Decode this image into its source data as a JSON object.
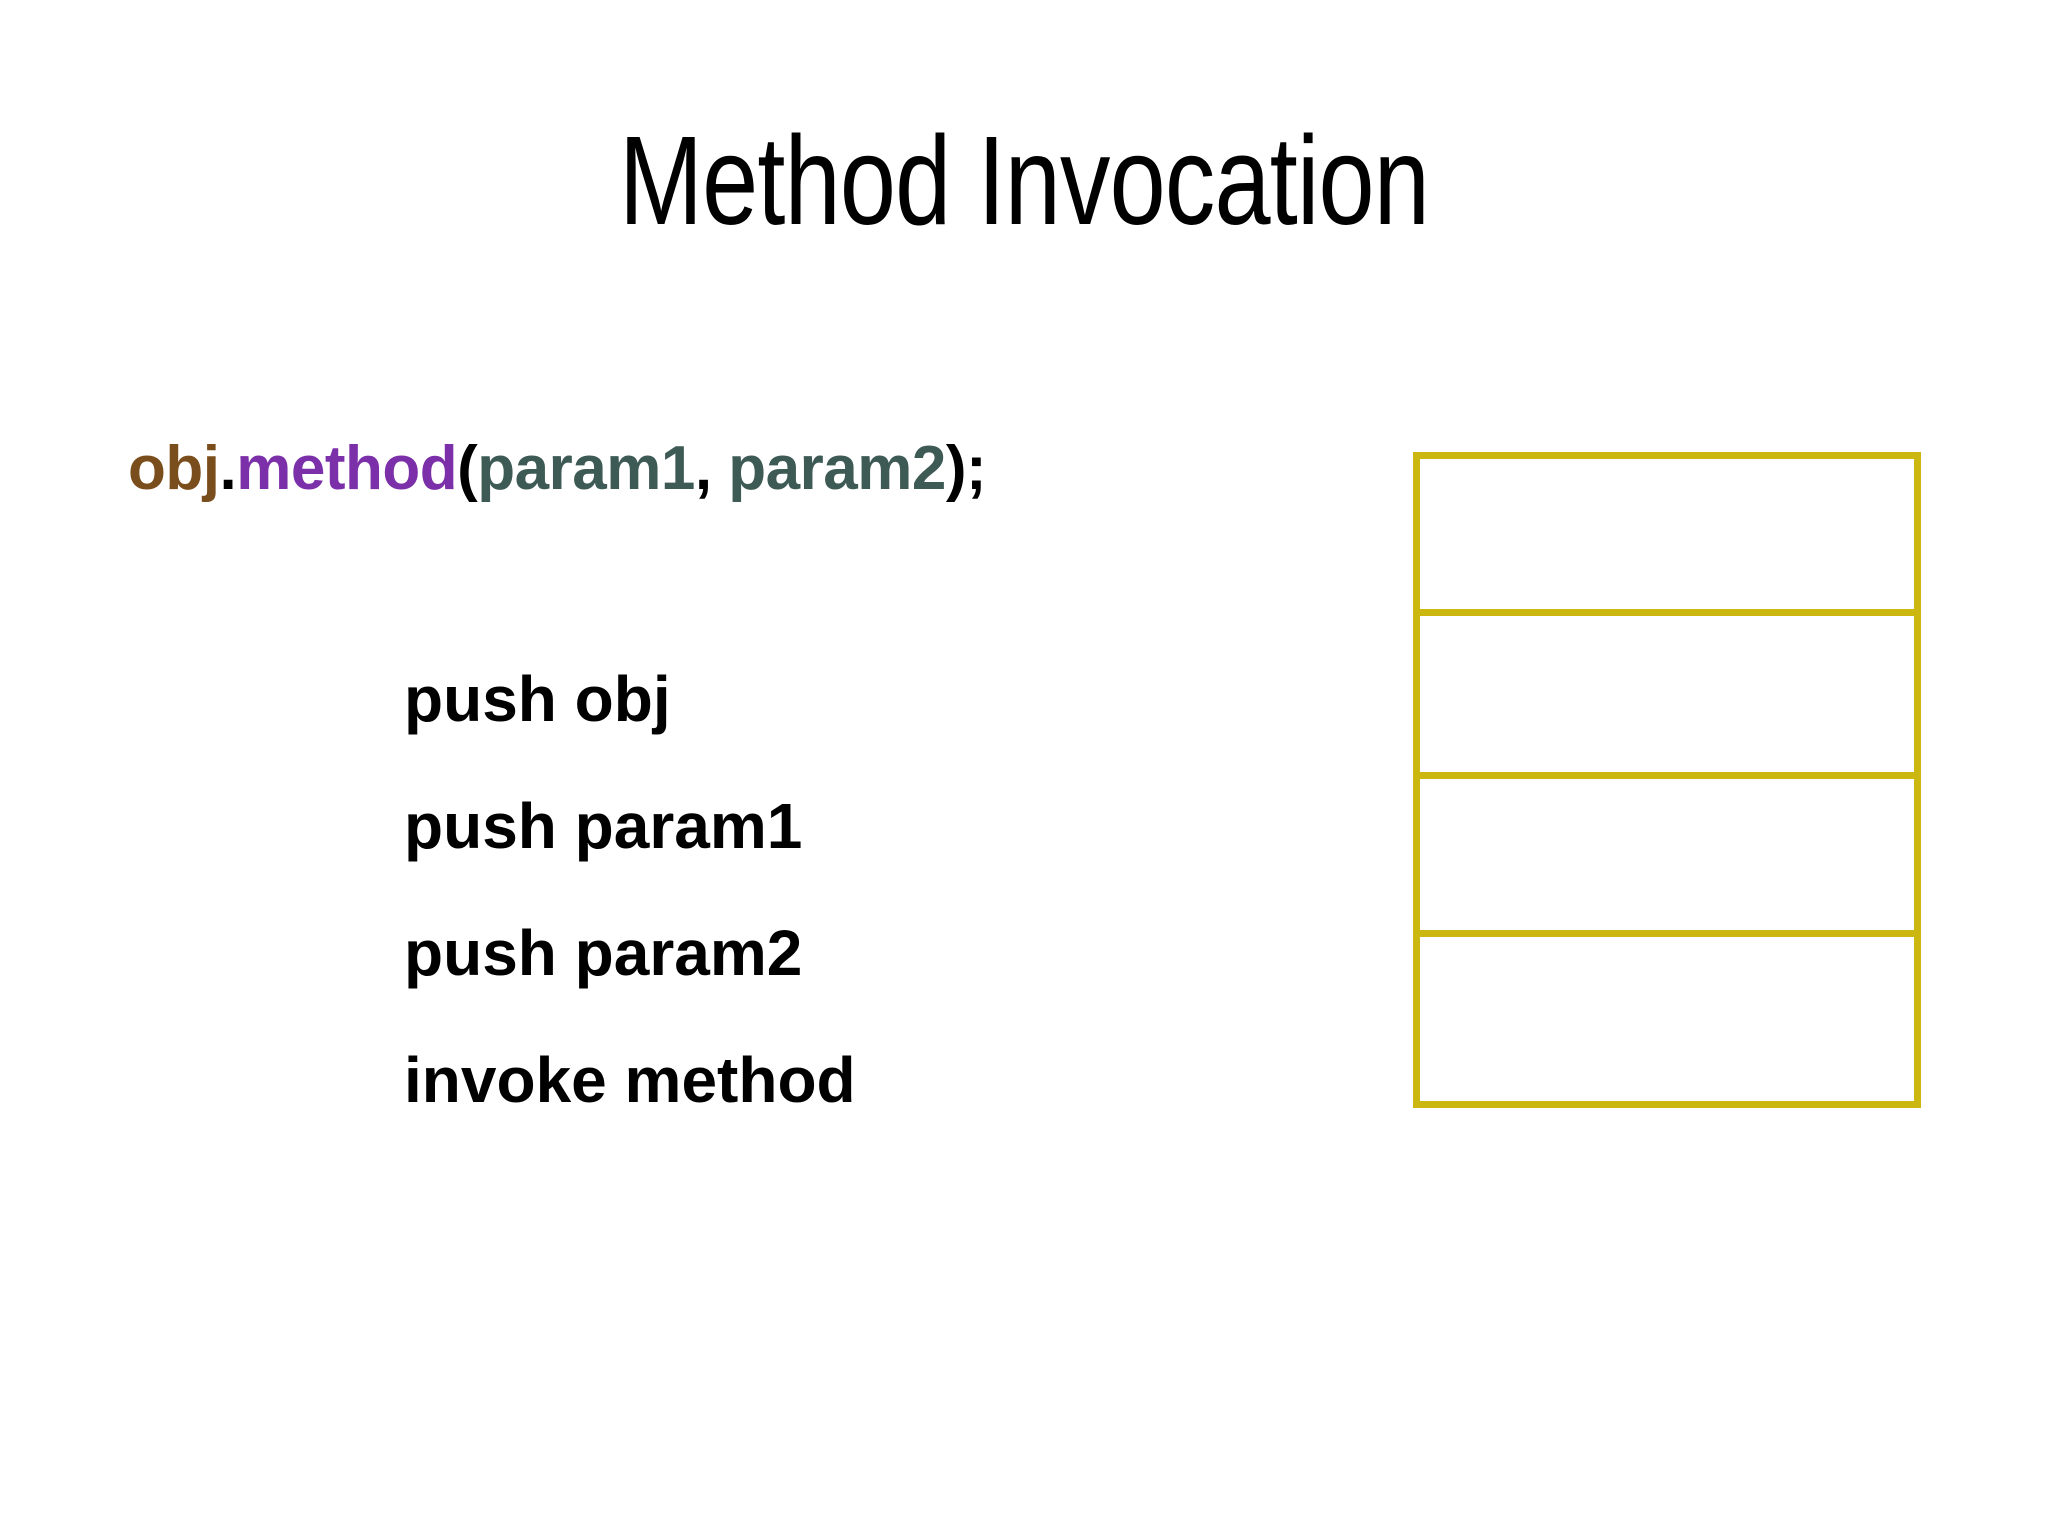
{
  "slide": {
    "title": "Method Invocation",
    "background_color": "#ffffff"
  },
  "code_line": {
    "full_text": "obj.method(param1, param2);",
    "tokens": [
      {
        "text": "obj",
        "color": "#7a4e1c"
      },
      {
        "text": ".",
        "color": "#000000"
      },
      {
        "text": "method",
        "color": "#7b2fa8"
      },
      {
        "text": "(",
        "color": "#000000"
      },
      {
        "text": "param1",
        "color": "#3e5a54"
      },
      {
        "text": ", ",
        "color": "#000000"
      },
      {
        "text": "param2",
        "color": "#3e5a54"
      },
      {
        "text": ");",
        "color": "#000000"
      }
    ]
  },
  "instructions": [
    "push obj",
    "push param1",
    "push param2",
    "invoke method"
  ],
  "stack": {
    "border_color": "#cbb70f",
    "fill_color": "#ffffff",
    "cells": [
      "",
      "",
      "",
      ""
    ]
  }
}
